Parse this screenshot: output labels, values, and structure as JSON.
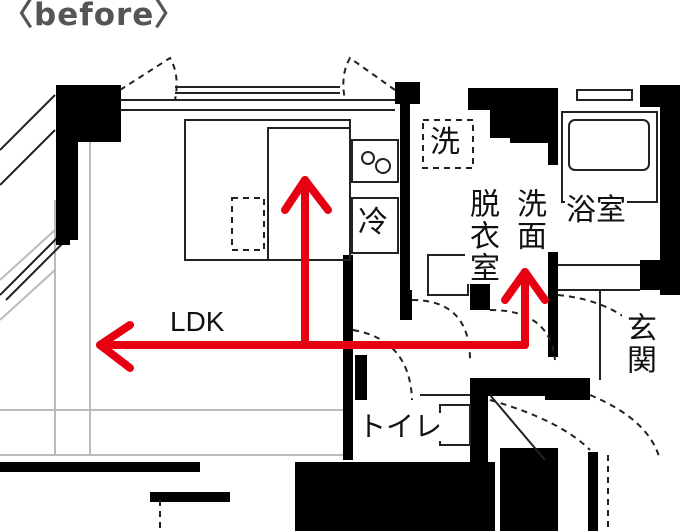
{
  "heading": "〈before〉",
  "rooms": {
    "ldk": "LDK",
    "washer": "洗",
    "fridge": "冷",
    "dressing": "脱衣室",
    "washbasin": "洗面",
    "bathroom": "浴室",
    "entrance": "玄関",
    "toilet": "トイレ"
  },
  "colors": {
    "wall": "#000000",
    "line": "#222222",
    "arrow": "#e60012",
    "heading": "#555555"
  }
}
